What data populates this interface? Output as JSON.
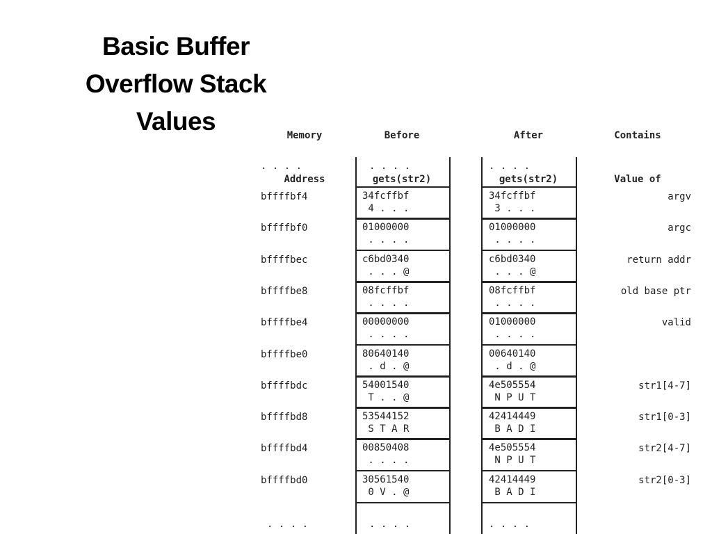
{
  "title_lines": [
    "Basic Buffer",
    "Overflow Stack",
    "Values"
  ],
  "headers": {
    "address": [
      "Memory",
      "Address"
    ],
    "before": [
      "Before",
      "gets(str2)"
    ],
    "after": [
      "After",
      "gets(str2)"
    ],
    "contains": [
      "Contains",
      "Value of"
    ]
  },
  "top_ellipsis": ". . . .",
  "bottom_ellipsis": ". . . .",
  "rows": [
    {
      "addr": "bffffbf4",
      "before_hex": "34fcffbf",
      "before_chr": " 4 . . .",
      "after_hex": "34fcffbf",
      "after_chr": " 3 . . .",
      "contains": "argv"
    },
    {
      "addr": "bffffbf0",
      "before_hex": "01000000",
      "before_chr": " . . . .",
      "after_hex": "01000000",
      "after_chr": " . . . .",
      "contains": "argc"
    },
    {
      "addr": "bffffbec",
      "before_hex": "c6bd0340",
      "before_chr": " . . . @",
      "after_hex": "c6bd0340",
      "after_chr": " . . . @",
      "contains": "return addr"
    },
    {
      "addr": "bffffbe8",
      "before_hex": "08fcffbf",
      "before_chr": " . . . .",
      "after_hex": "08fcffbf",
      "after_chr": " . . . .",
      "contains": "old base ptr"
    },
    {
      "addr": "bffffbe4",
      "before_hex": "00000000",
      "before_chr": " . . . .",
      "after_hex": "01000000",
      "after_chr": " . . . .",
      "contains": "valid"
    },
    {
      "addr": "bffffbe0",
      "before_hex": "80640140",
      "before_chr": " . d . @",
      "after_hex": "00640140",
      "after_chr": " . d . @",
      "contains": ""
    },
    {
      "addr": "bffffbdc",
      "before_hex": "54001540",
      "before_chr": " T . . @",
      "after_hex": "4e505554",
      "after_chr": " N P U T",
      "contains": "str1[4-7]"
    },
    {
      "addr": "bffffbd8",
      "before_hex": "53544152",
      "before_chr": " S T A R",
      "after_hex": "42414449",
      "after_chr": " B A D I",
      "contains": "str1[0-3]"
    },
    {
      "addr": "bffffbd4",
      "before_hex": "00850408",
      "before_chr": " . . . .",
      "after_hex": "4e505554",
      "after_chr": " N P U T",
      "contains": "str2[4-7]"
    },
    {
      "addr": "bffffbd0",
      "before_hex": "30561540",
      "before_chr": " 0 V . @",
      "after_hex": "42414449",
      "after_chr": " B A D I",
      "contains": "str2[0-3]"
    }
  ]
}
